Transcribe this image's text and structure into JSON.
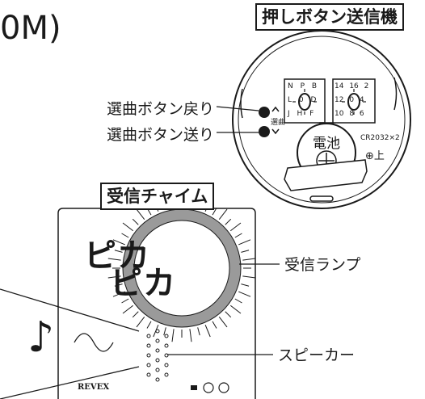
{
  "header": {
    "title_fragment": "0M)"
  },
  "transmitter": {
    "title": "押しボタン送信機",
    "prev_label": "選曲ボタン戻り",
    "next_label": "選曲ボタン送り",
    "select_mark": "選曲",
    "dial_left": "N P B L 0 D J H F",
    "dial_right": "14 16 2 12 0 4 10 8 6",
    "battery_label": "電池",
    "battery_model": "CR2032×2",
    "plus_up": "⊕上"
  },
  "chime": {
    "title": "受信チャイム",
    "flash_text_1": "ピカ",
    "flash_text_2": "ピカ",
    "lamp_label": "受信ランプ",
    "speaker_label": "スピーカー",
    "brand": "REVEX"
  },
  "colors": {
    "ink": "#1a1a1a",
    "lamp_ring": "#9a9a9a",
    "bg": "#ffffff"
  }
}
